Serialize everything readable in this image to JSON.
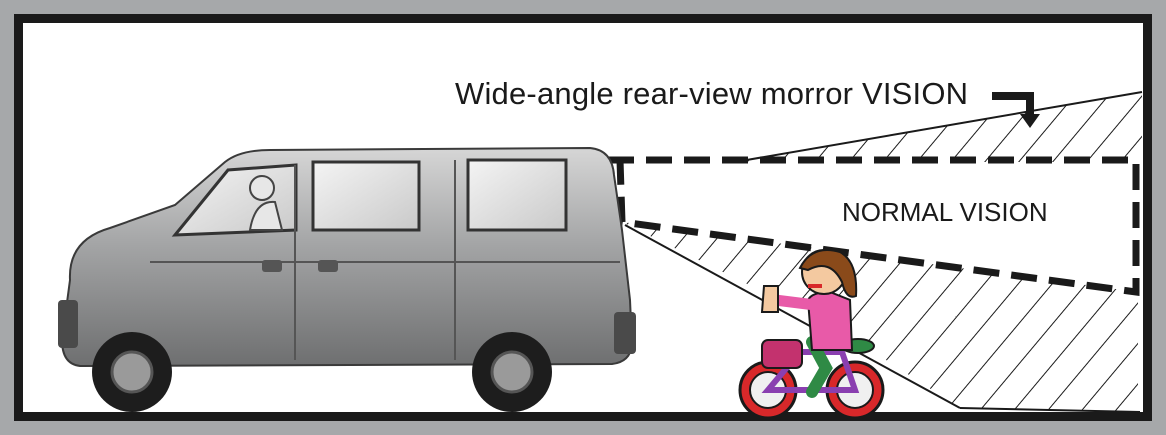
{
  "labels": {
    "wide_angle": "Wide-angle rear-view morror VISION",
    "normal": "NORMAL VISION"
  },
  "colors": {
    "border": "#1a1a1a",
    "frame": "#a6a8aa",
    "van_body": "#a9aaab",
    "cyclist_shirt": "#e85aa8",
    "bike_frame": "#8a3fb0",
    "bike_wheel": "#d8282a"
  },
  "icons": [
    "van-illustration",
    "cyclist-illustration",
    "pointer-arrow-icon"
  ]
}
